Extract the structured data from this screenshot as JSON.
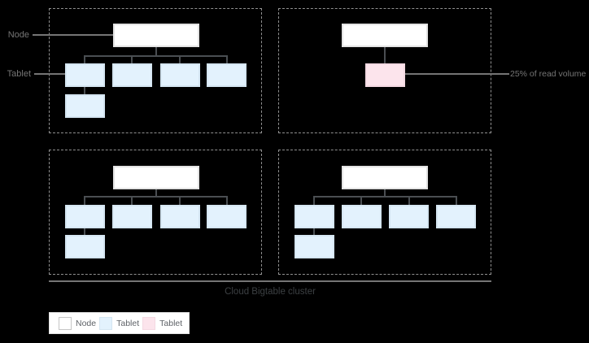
{
  "diagram": {
    "title": "Cloud Bigtable cluster",
    "labels": {
      "node": "Node",
      "tablet": "Tablet",
      "read_volume": "25% of read volume"
    },
    "legend": {
      "items": [
        {
          "label": "Node",
          "swatch": "node"
        },
        {
          "label": "Tablet",
          "swatch": "tablet"
        },
        {
          "label": "Tablet",
          "swatch": "hot-tablet"
        }
      ]
    },
    "structure": {
      "node_groups": [
        {
          "position": "top-left",
          "nodes": 1,
          "tablets": 5,
          "hot_tablets": 0
        },
        {
          "position": "top-right",
          "nodes": 1,
          "tablets": 1,
          "hot_tablets": 1
        },
        {
          "position": "bottom-left",
          "nodes": 1,
          "tablets": 5,
          "hot_tablets": 0
        },
        {
          "position": "bottom-right",
          "nodes": 1,
          "tablets": 5,
          "hot_tablets": 0
        }
      ]
    },
    "colors": {
      "background": "#000000",
      "node_fill": "#ffffff",
      "node_border": "#e3e3e3",
      "tablet_fill": "#e3f2fd",
      "tablet_border": "#d5e6f2",
      "hot_tablet_fill": "#fce4ec",
      "hot_tablet_border": "#f4d9e2",
      "connector": "#4a4e52",
      "leader": "#757575",
      "group_outline": "#909090",
      "cluster_line": "#757575",
      "label_text": "#757575",
      "legend_text": "#5f6368",
      "title_text": "#3c4043",
      "legend_bg": "#ffffff",
      "legend_border": "#e0e0e0",
      "swatch_node_border": "#c6c6c6"
    }
  }
}
